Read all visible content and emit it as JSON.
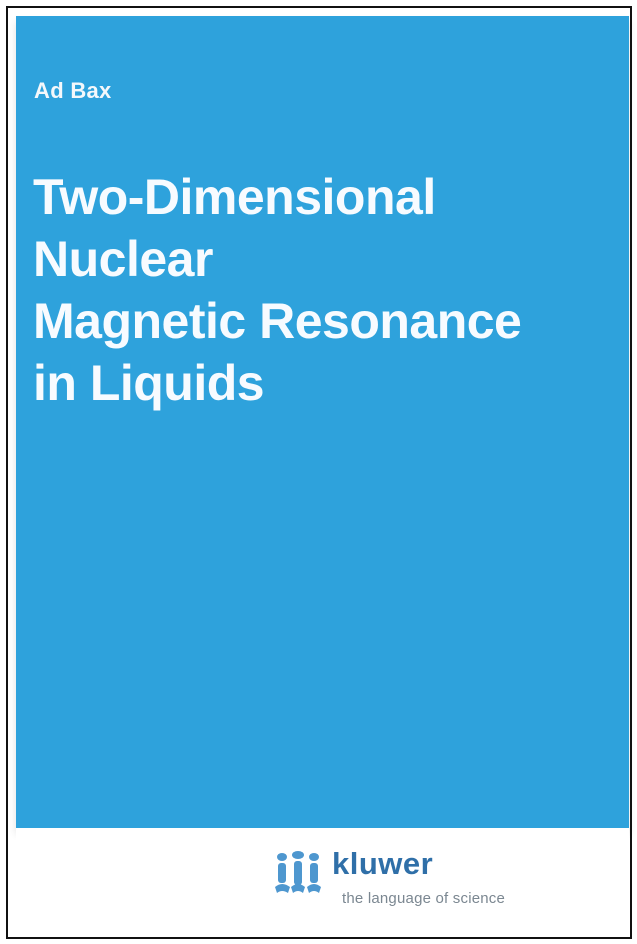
{
  "cover": {
    "author": "Ad Bax",
    "title_lines": [
      "Two-Dimensional",
      "Nuclear",
      "Magnetic Resonance",
      "in Liquids"
    ],
    "publisher_logo": "kluwer",
    "publisher_tagline": "the language of science",
    "colors": {
      "cover_blue": "#2ea2dc",
      "title_white": "#f7fbff",
      "logo_blue": "#2f6fa8",
      "tagline_gray": "#7b8791"
    }
  }
}
